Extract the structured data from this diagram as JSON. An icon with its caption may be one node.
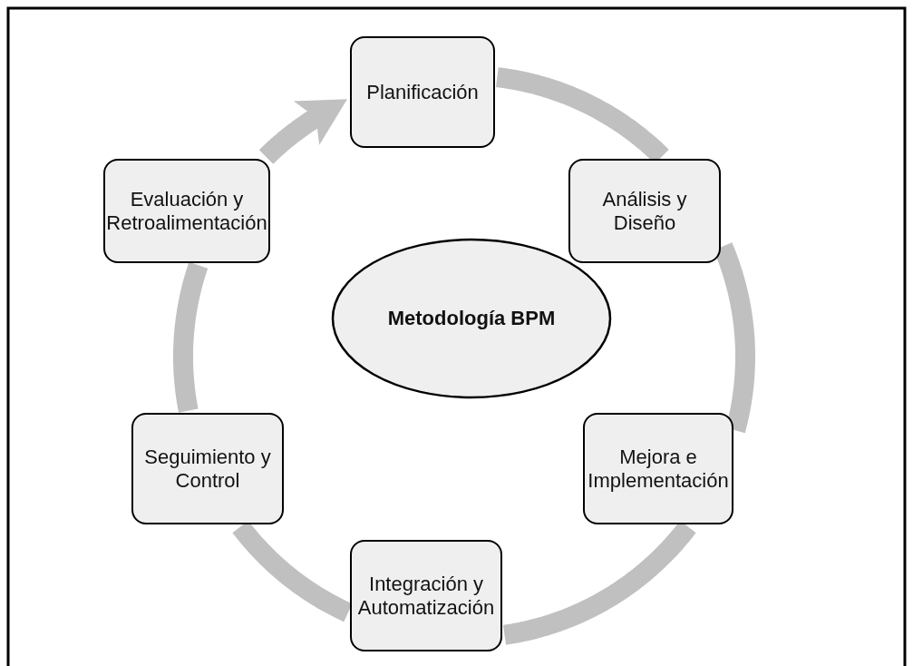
{
  "diagram": {
    "nodes": [
      {
        "text": [
          "Planificación"
        ]
      },
      {
        "text": [
          "Evaluación y Retroalimentación"
        ]
      },
      {
        "text": [
          "Análisis y Diseño"
        ]
      },
      {
        "text": [
          "Metodología BPM"
        ]
      },
      {
        "text": [
          "Seguimiento y Control"
        ]
      },
      {
        "text": [
          "Mejora e Implementación"
        ]
      },
      {
        "text": [
          "Integración y Automatización"
        ]
      }
    ],
    "edges": [
      {
        "from": 0,
        "to": 2,
        "arrow": "none"
      },
      {
        "from": 2,
        "to": 5,
        "arrow": "none"
      },
      {
        "from": 5,
        "to": 6,
        "arrow": "none"
      },
      {
        "from": 6,
        "to": 4,
        "arrow": "none"
      },
      {
        "from": 4,
        "to": 1,
        "arrow": "none"
      },
      {
        "from": 1,
        "to": 0,
        "arrow": "to"
      }
    ]
  }
}
